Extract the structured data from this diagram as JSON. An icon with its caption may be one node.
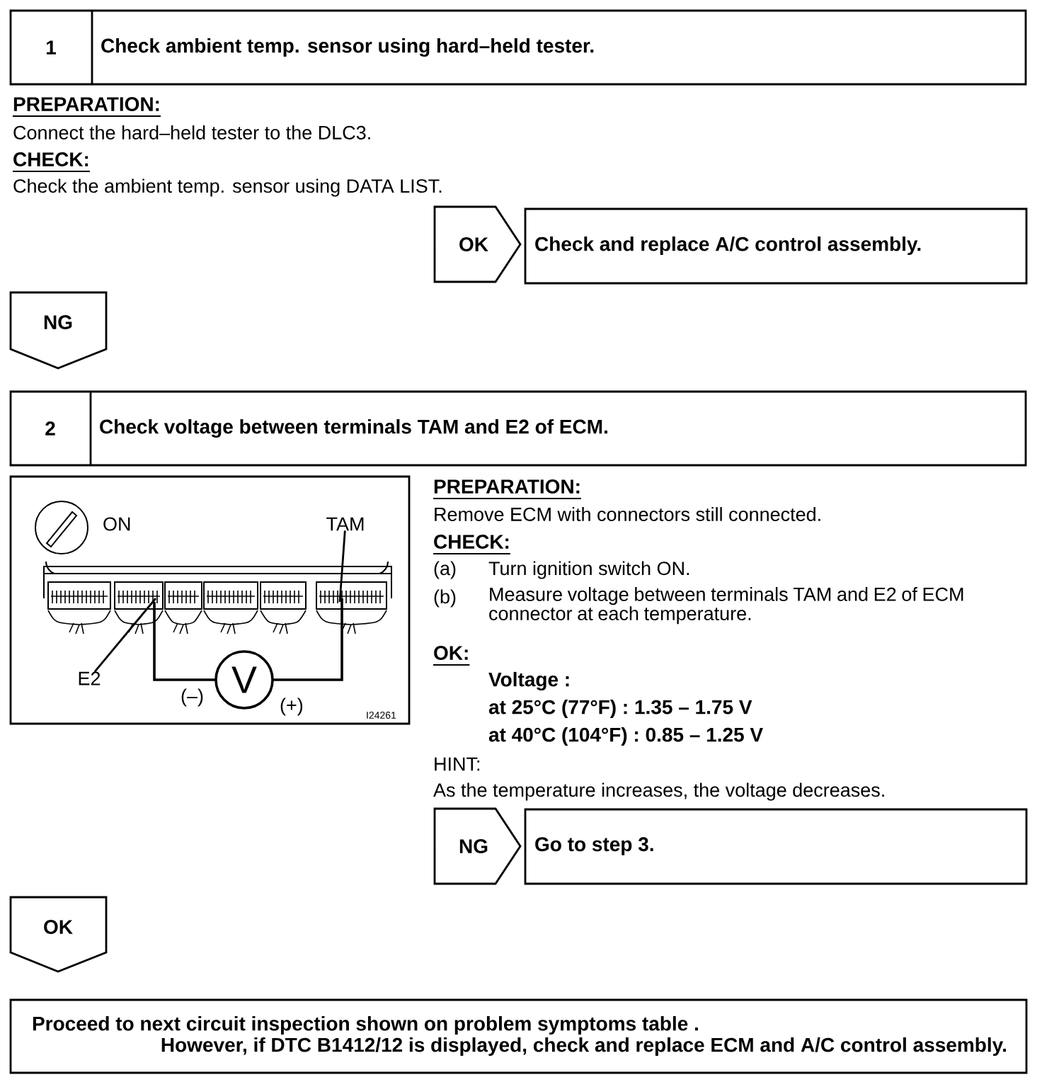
{
  "diagram": {
    "nodes": [
      {
        "text": [
          "1",
          "Check ambient temp. sensor using hard–held tester."
        ]
      },
      {
        "text": [
          "OK"
        ]
      },
      {
        "text": [
          "Check and replace A/C control assembly."
        ]
      },
      {
        "text": [
          "NG"
        ]
      },
      {
        "text": [
          "2",
          "Check voltage between terminals TAM and E2 of ECM."
        ]
      },
      {
        "text": [
          "TAM"
        ]
      },
      {
        "text": [
          "E2"
        ]
      },
      {
        "text": [
          "V"
        ]
      },
      {
        "text": [
          "NG"
        ]
      },
      {
        "text": [
          "Go to step 3."
        ]
      },
      {
        "text": [
          "OK"
        ]
      },
      {
        "text": [
          "Proceed to next circuit inspection shown on problem symptoms table .",
          "However, if DTC B1412/12 is displayed, check and replace ECM and A/C control assembly."
        ]
      }
    ],
    "edges": [
      {
        "from": 5,
        "to": null,
        "arrow": "none"
      },
      {
        "from": 6,
        "to": null,
        "arrow": "none"
      },
      {
        "from": 7,
        "to": null,
        "arrow": "none"
      },
      {
        "from": 7,
        "to": null,
        "arrow": "none"
      }
    ],
    "labels": [
      "PREPARATION:",
      "Connect the hard–held tester to the DLC3.",
      "CHECK:",
      "Check the ambient temp. sensor using DATA LIST.",
      "ON",
      "(–)",
      "(+)",
      "I24261",
      "PREPARATION:",
      "Remove ECM with connectors still connected.",
      "CHECK:",
      "(a)",
      "Turn ignition switch ON.",
      "(b)",
      "Measure voltage between terminals TAM and E2 of ECM connector at each temperature.",
      "OK:",
      "Voltage :",
      "at 25°C (77°F) : 1.35 – 1.75 V",
      "at 40°C (104°F) : 0.85 – 1.25 V",
      "HINT:",
      "As the temperature increases, the voltage decreases."
    ]
  }
}
